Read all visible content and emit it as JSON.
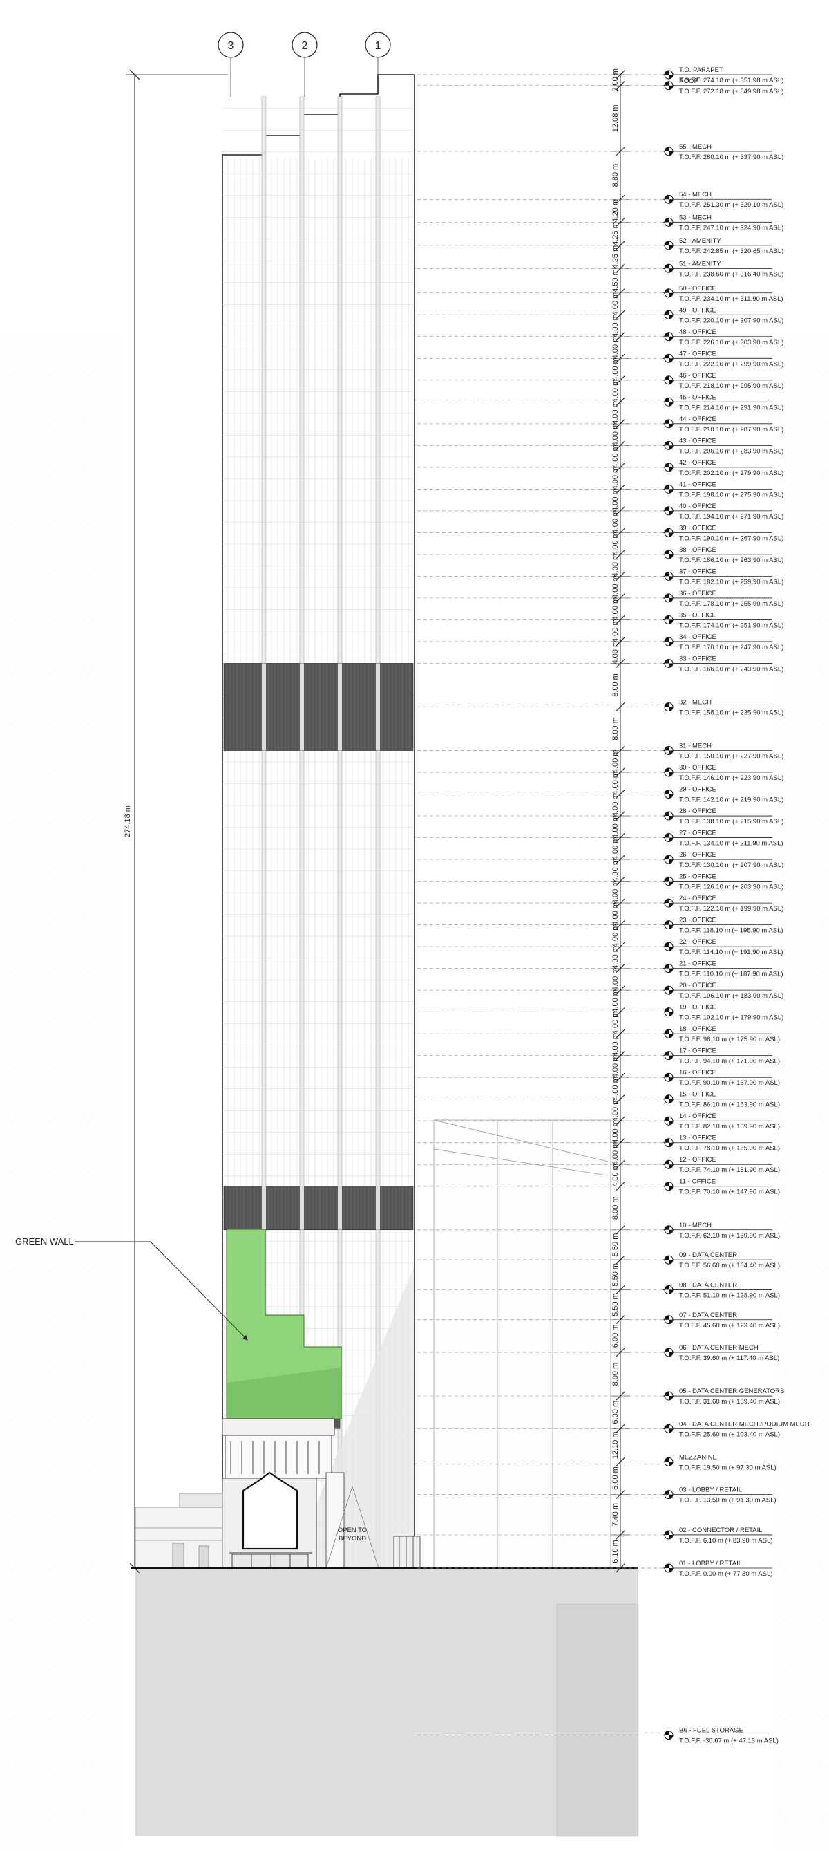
{
  "drawing": {
    "grids": [
      "3",
      "2",
      "1"
    ],
    "overall_height": "274.18 m",
    "callout": "GREEN WALL",
    "open_note": [
      "OPEN TO",
      "BEYOND"
    ],
    "colors": {
      "green_wall": "#8fd47a",
      "dark_band": "#555555",
      "below_grade": "#dddddd",
      "line": "#222222"
    }
  },
  "levels": [
    {
      "name": "T.O. PARAPET",
      "value": "T.O.F.F. 274.18 m (+ 351.98 m ASL)",
      "dim": "2.00 m"
    },
    {
      "name": "ROOF",
      "value": "T.O.F.F. 272.18 m (+ 349.98 m ASL)",
      "dim": "12.08 m"
    },
    {
      "name": "55 - MECH",
      "value": "T.O.F.F. 260.10 m (+ 337.90 m ASL)",
      "dim": "8.80 m"
    },
    {
      "name": "54 - MECH",
      "value": "T.O.F.F. 251.30 m (+ 329.10 m ASL)",
      "dim": "4.20 m"
    },
    {
      "name": "53 - MECH",
      "value": "T.O.F.F. 247.10 m (+ 324.90 m ASL)",
      "dim": "4.25 m"
    },
    {
      "name": "52 - AMENITY",
      "value": "T.O.F.F. 242.85 m (+ 320.65 m ASL)",
      "dim": "4.25 m"
    },
    {
      "name": "51 - AMENITY",
      "value": "T.O.F.F. 238.60 m (+ 316.40 m ASL)",
      "dim": "4.50 m"
    },
    {
      "name": "50 - OFFICE",
      "value": "T.O.F.F. 234.10 m (+ 311.90 m ASL)",
      "dim": "4.00 m"
    },
    {
      "name": "49 - OFFICE",
      "value": "T.O.F.F. 230.10 m (+ 307.90 m ASL)",
      "dim": "4.00 m"
    },
    {
      "name": "48 - OFFICE",
      "value": "T.O.F.F. 226.10 m (+ 303.90 m ASL)",
      "dim": "4.00 m"
    },
    {
      "name": "47 - OFFICE",
      "value": "T.O.F.F. 222.10 m (+ 299.90 m ASL)",
      "dim": "4.00 m"
    },
    {
      "name": "46 - OFFICE",
      "value": "T.O.F.F. 218.10 m (+ 295.90 m ASL)",
      "dim": "4.00 m"
    },
    {
      "name": "45 - OFFICE",
      "value": "T.O.F.F. 214.10 m (+ 291.90 m ASL)",
      "dim": "4.00 m"
    },
    {
      "name": "44 - OFFICE",
      "value": "T.O.F.F. 210.10 m (+ 287.90 m ASL)",
      "dim": "4.00 m"
    },
    {
      "name": "43 - OFFICE",
      "value": "T.O.F.F. 206.10 m (+ 283.90 m ASL)",
      "dim": "4.00 m"
    },
    {
      "name": "42 - OFFICE",
      "value": "T.O.F.F. 202.10 m (+ 279.90 m ASL)",
      "dim": "4.00 m"
    },
    {
      "name": "41 - OFFICE",
      "value": "T.O.F.F. 198.10 m (+ 275.90 m ASL)",
      "dim": "4.00 m"
    },
    {
      "name": "40 - OFFICE",
      "value": "T.O.F.F. 194.10 m (+ 271.90 m ASL)",
      "dim": "4.00 m"
    },
    {
      "name": "39 - OFFICE",
      "value": "T.O.F.F. 190.10 m (+ 267.90 m ASL)",
      "dim": "4.00 m"
    },
    {
      "name": "38 - OFFICE",
      "value": "T.O.F.F. 186.10 m (+ 263.90 m ASL)",
      "dim": "4.00 m"
    },
    {
      "name": "37 - OFFICE",
      "value": "T.O.F.F. 182.10 m (+ 259.90 m ASL)",
      "dim": "4.00 m"
    },
    {
      "name": "36 - OFFICE",
      "value": "T.O.F.F. 178.10 m (+ 255.90 m ASL)",
      "dim": "4.00 m"
    },
    {
      "name": "35 - OFFICE",
      "value": "T.O.F.F. 174.10 m (+ 251.90 m ASL)",
      "dim": "4.00 m"
    },
    {
      "name": "34 - OFFICE",
      "value": "T.O.F.F. 170.10 m (+ 247.90 m ASL)",
      "dim": "4.00 m"
    },
    {
      "name": "33 - OFFICE",
      "value": "T.O.F.F. 166.10 m (+ 243.90 m ASL)",
      "dim": "8.00 m"
    },
    {
      "name": "32 - MECH",
      "value": "T.O.F.F. 158.10 m (+ 235.90 m ASL)",
      "dim": "8.00 m"
    },
    {
      "name": "31 - MECH",
      "value": "T.O.F.F. 150.10 m (+ 227.90 m ASL)",
      "dim": "4.00 m"
    },
    {
      "name": "30 - OFFICE",
      "value": "T.O.F.F. 146.10 m (+ 223.90 m ASL)",
      "dim": "4.00 m"
    },
    {
      "name": "29 - OFFICE",
      "value": "T.O.F.F. 142.10 m (+ 219.90 m ASL)",
      "dim": "4.00 m"
    },
    {
      "name": "28 - OFFICE",
      "value": "T.O.F.F. 138.10 m (+ 215.90 m ASL)",
      "dim": "4.00 m"
    },
    {
      "name": "27 - OFFICE",
      "value": "T.O.F.F. 134.10 m (+ 211.90 m ASL)",
      "dim": "4.00 m"
    },
    {
      "name": "26 - OFFICE",
      "value": "T.O.F.F. 130.10 m (+ 207.90 m ASL)",
      "dim": "4.00 m"
    },
    {
      "name": "25 - OFFICE",
      "value": "T.O.F.F. 126.10 m (+ 203.90 m ASL)",
      "dim": "4.00 m"
    },
    {
      "name": "24 - OFFICE",
      "value": "T.O.F.F. 122.10 m (+ 199.90 m ASL)",
      "dim": "4.00 m"
    },
    {
      "name": "23 - OFFICE",
      "value": "T.O.F.F. 118.10 m (+ 195.90 m ASL)",
      "dim": "4.00 m"
    },
    {
      "name": "22 - OFFICE",
      "value": "T.O.F.F. 114.10 m (+ 191.90 m ASL)",
      "dim": "4.00 m"
    },
    {
      "name": "21 - OFFICE",
      "value": "T.O.F.F. 110.10 m (+ 187.90 m ASL)",
      "dim": "4.00 m"
    },
    {
      "name": "20 - OFFICE",
      "value": "T.O.F.F. 106.10 m (+ 183.90 m ASL)",
      "dim": "4.00 m"
    },
    {
      "name": "19 - OFFICE",
      "value": "T.O.F.F. 102.10 m (+ 179.90 m ASL)",
      "dim": "4.00 m"
    },
    {
      "name": "18 - OFFICE",
      "value": "T.O.F.F. 98.10 m (+ 175.90 m ASL)",
      "dim": "4.00 m"
    },
    {
      "name": "17 - OFFICE",
      "value": "T.O.F.F. 94.10 m (+ 171.90 m ASL)",
      "dim": "4.00 m"
    },
    {
      "name": "16 - OFFICE",
      "value": "T.O.F.F. 90.10 m (+ 167.90 m ASL)",
      "dim": "4.00 m"
    },
    {
      "name": "15 - OFFICE",
      "value": "T.O.F.F. 86.10 m (+ 163.90 m ASL)",
      "dim": "4.00 m"
    },
    {
      "name": "14 - OFFICE",
      "value": "T.O.F.F. 82.10 m (+ 159.90 m ASL)",
      "dim": "4.00 m"
    },
    {
      "name": "13 - OFFICE",
      "value": "T.O.F.F. 78.10 m (+ 155.90 m ASL)",
      "dim": "4.00 m"
    },
    {
      "name": "12 - OFFICE",
      "value": "T.O.F.F. 74.10 m (+ 151.90 m ASL)",
      "dim": "4.00 m"
    },
    {
      "name": "11 - OFFICE",
      "value": "T.O.F.F. 70.10 m (+ 147.90 m ASL)",
      "dim": "8.00 m"
    },
    {
      "name": "10 - MECH",
      "value": "T.O.F.F. 62.10 m (+ 139.90 m ASL)",
      "dim": "5.50 m"
    },
    {
      "name": "09 - DATA CENTER",
      "value": "T.O.F.F. 56.60 m (+ 134.40 m ASL)",
      "dim": "5.50 m"
    },
    {
      "name": "08 - DATA CENTER",
      "value": "T.O.F.F. 51.10 m (+ 128.90 m ASL)",
      "dim": "5.50 m"
    },
    {
      "name": "07 - DATA CENTER",
      "value": "T.O.F.F. 45.60 m (+ 123.40 m ASL)",
      "dim": "6.00 m"
    },
    {
      "name": "06 - DATA CENTER MECH",
      "value": "T.O.F.F. 39.60 m (+ 117.40 m ASL)",
      "dim": "8.00 m"
    },
    {
      "name": "05 - DATA CENTER GENERATORS",
      "value": "T.O.F.F. 31.60 m (+ 109.40 m ASL)",
      "dim": "6.00 m"
    },
    {
      "name": "04 - DATA CENTER MECH./PODIUM MECH",
      "value": "T.O.F.F. 25.60 m (+ 103.40 m ASL)",
      "dim": "12.10 m"
    },
    {
      "name": "MEZZANINE",
      "value": "T.O.F.F. 19.50 m (+ 97.30 m ASL)",
      "dim": "6.00 m"
    },
    {
      "name": "03 - LOBBY / RETAIL",
      "value": "T.O.F.F. 13.50 m (+ 91.30 m ASL)",
      "dim": "7.40 m"
    },
    {
      "name": "02 - CONNECTOR / RETAIL",
      "value": "T.O.F.F. 6.10 m (+ 83.90 m ASL)",
      "dim": "6.10 m"
    },
    {
      "name": "01 - LOBBY / RETAIL",
      "value": "T.O.F.F. 0.00 m (+ 77.80 m ASL)",
      "dim": ""
    },
    {
      "name": "B6 - FUEL STORAGE",
      "value": "T.O.F.F. -30.67 m (+ 47.13 m ASL)",
      "dim": ""
    }
  ]
}
